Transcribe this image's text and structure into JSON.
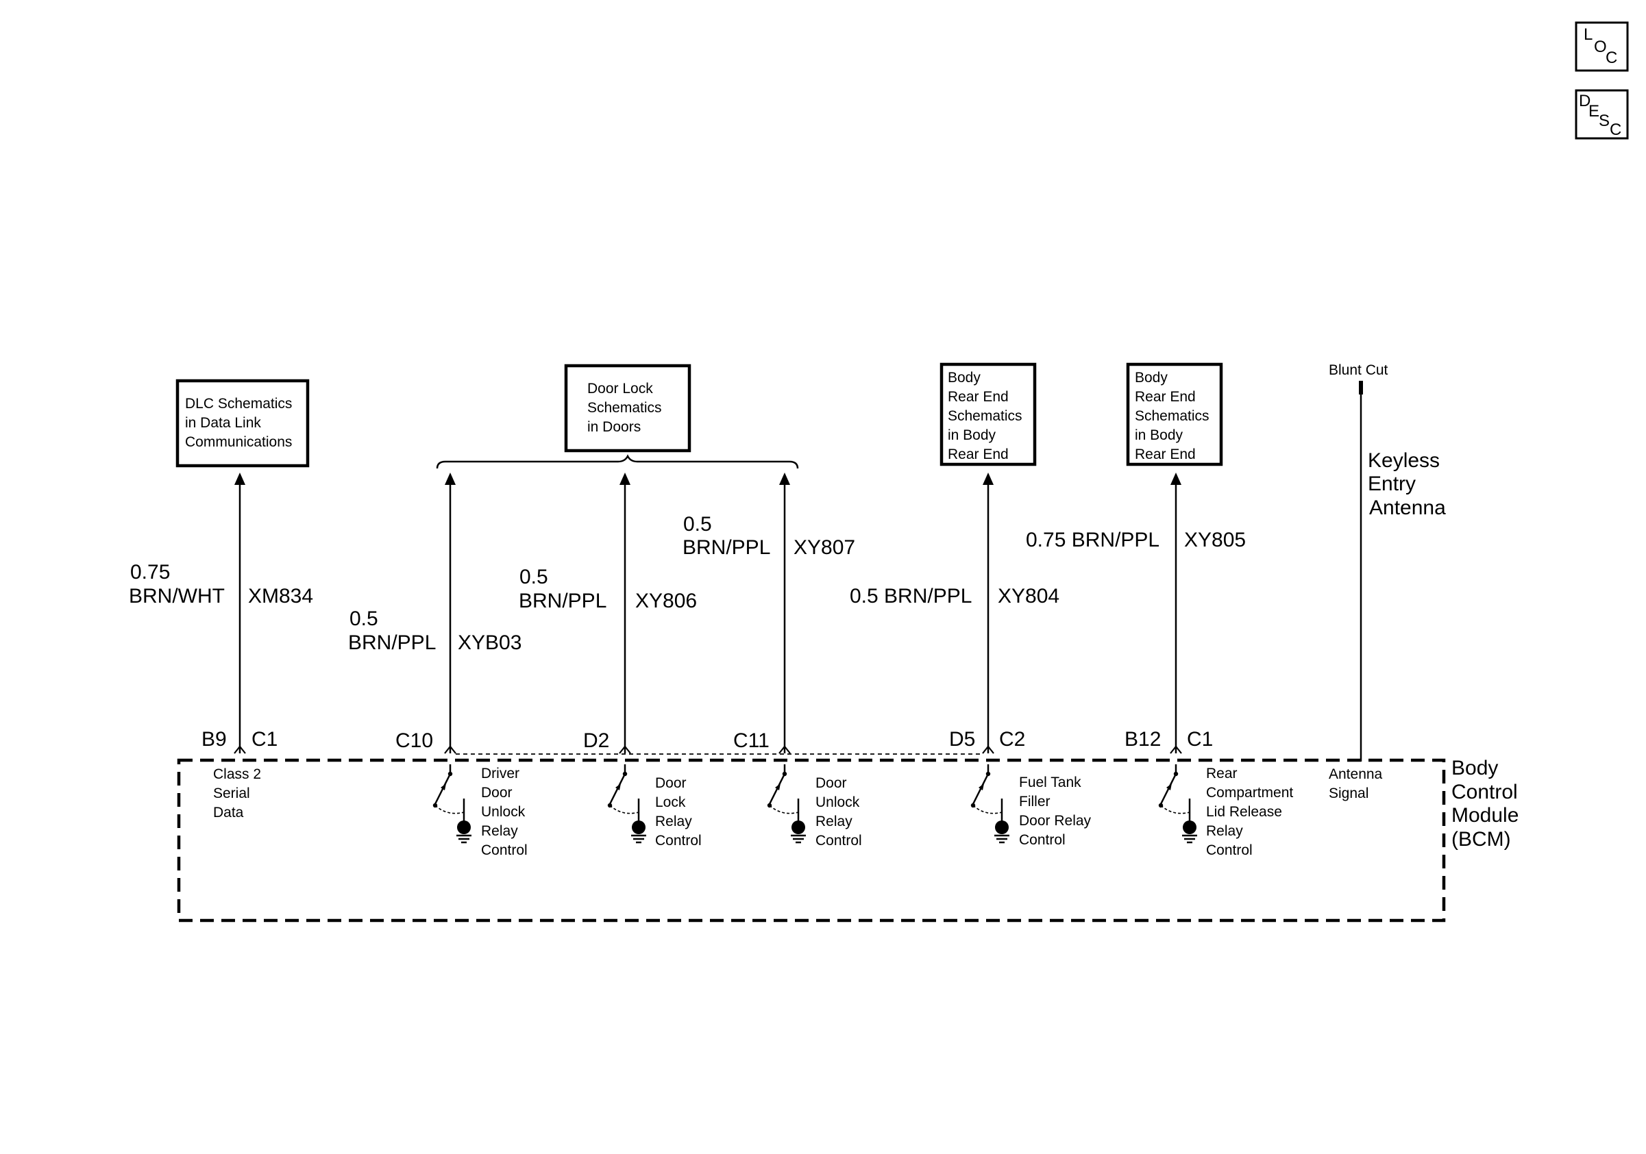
{
  "nav": {
    "loc": {
      "l1": "L",
      "l2": "O",
      "l3": "C"
    },
    "desc": {
      "l1": "D",
      "l2": "E",
      "l3": "S",
      "l4": "C"
    }
  },
  "destinations": {
    "dlc": [
      "DLC Schematics",
      "in Data Link",
      "Communications"
    ],
    "door_lock": [
      "Door Lock",
      "Schematics",
      "in Doors"
    ],
    "body_rear_1": [
      "Body",
      "Rear End",
      "Schematics",
      "in Body",
      "Rear End"
    ],
    "body_rear_2": [
      "Body",
      "Rear End",
      "Schematics",
      "in Body",
      "Rear End"
    ]
  },
  "antenna": {
    "blunt_cut": "Blunt Cut",
    "label": [
      "Keyless",
      "Entry",
      "Antenna"
    ]
  },
  "circuits": {
    "c1": {
      "size": "0.75",
      "color": "BRN/WHT",
      "circuit": "XM834",
      "pin": "B9",
      "connector": "C1",
      "function": [
        "Class 2",
        "Serial",
        "Data"
      ]
    },
    "c2": {
      "size": "0.5",
      "color": "BRN/PPL",
      "circuit": "XYB03",
      "pin": "C10",
      "function": [
        "Driver",
        "Door",
        "Unlock",
        "Relay",
        "Control"
      ]
    },
    "c3": {
      "size": "0.5",
      "color": "BRN/PPL",
      "circuit": "XY806",
      "pin": "D2",
      "function": [
        "Door",
        "Lock",
        "Relay",
        "Control"
      ]
    },
    "c4": {
      "size": "0.5",
      "color": "BRN/PPL",
      "circuit": "XY807",
      "pin": "C11",
      "function": [
        "Door",
        "Unlock",
        "Relay",
        "Control"
      ]
    },
    "c5": {
      "size_color": "0.5 BRN/PPL",
      "circuit": "XY804",
      "pin": "D5",
      "connector": "C2",
      "function": [
        "Fuel Tank",
        "Filler",
        "Door Relay",
        "Control"
      ]
    },
    "c6": {
      "size_color": "0.75 BRN/PPL",
      "circuit": "XY805",
      "pin": "B12",
      "connector": "C1",
      "function": [
        "Rear",
        "Compartment",
        "Lid Release",
        "Relay",
        "Control"
      ]
    },
    "c7": {
      "function": [
        "Antenna",
        "Signal"
      ]
    }
  },
  "module": {
    "label": [
      "Body",
      "Control",
      "Module",
      "(BCM)"
    ]
  }
}
